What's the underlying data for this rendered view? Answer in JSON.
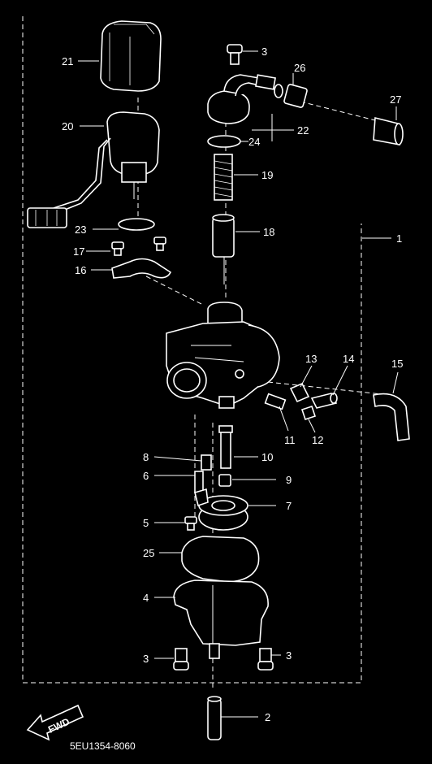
{
  "diagram": {
    "drawing_code": "5EU1354-8060",
    "direction_label": "FWD",
    "callouts": {
      "c1": "1",
      "c2": "2",
      "c3a": "3",
      "c3b": "3",
      "c3c": "3",
      "c4": "4",
      "c5": "5",
      "c6": "6",
      "c7": "7",
      "c8": "8",
      "c9": "9",
      "c10": "10",
      "c11": "11",
      "c12": "12",
      "c13": "13",
      "c14": "14",
      "c15": "15",
      "c16": "16",
      "c17": "17",
      "c18": "18",
      "c19": "19",
      "c20": "20",
      "c21": "21",
      "c22": "22",
      "c23": "23",
      "c24": "24",
      "c25": "25",
      "c26": "26",
      "c27": "27"
    }
  }
}
